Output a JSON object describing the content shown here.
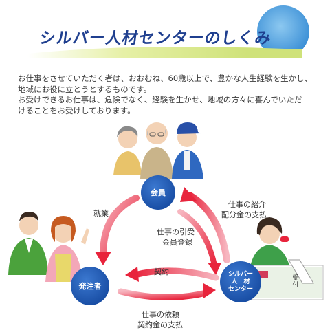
{
  "title": "シルバー人材センターのしくみ",
  "intro": {
    "line1": "お仕事をさせていただく者は、おおむね、60歳以上で、豊かな人生経験を生かし、",
    "line2": "地域にお役に立とうとするものです。",
    "line3": "お受けできるお仕事は、危険でなく、経験を生かせ、地域の方々に喜んでいただ",
    "line4": "けることをお受けしております。"
  },
  "nodes": {
    "member": "会員",
    "client": "発注者",
    "center_line1": "シルバー",
    "center_line2": "人　材",
    "center_line3": "センター"
  },
  "labels": {
    "shugyo": "就業",
    "shigoto_hikiuke": "仕事の引受",
    "kaiin_toroku": "会員登録",
    "shigoto_shokai": "仕事の紹介",
    "haibunkin": "配分金の支払",
    "keiyaku": "契約",
    "shigoto_irai": "仕事の依頼",
    "keiyakukin": "契約金の支払"
  },
  "desk_sign": "受付",
  "colors": {
    "arrow": "#e8243c",
    "node": "#0d3f95",
    "title": "#1f3f8f",
    "banner_swoosh": "#cfe27a",
    "banner_circle": "#5aa8e0"
  }
}
